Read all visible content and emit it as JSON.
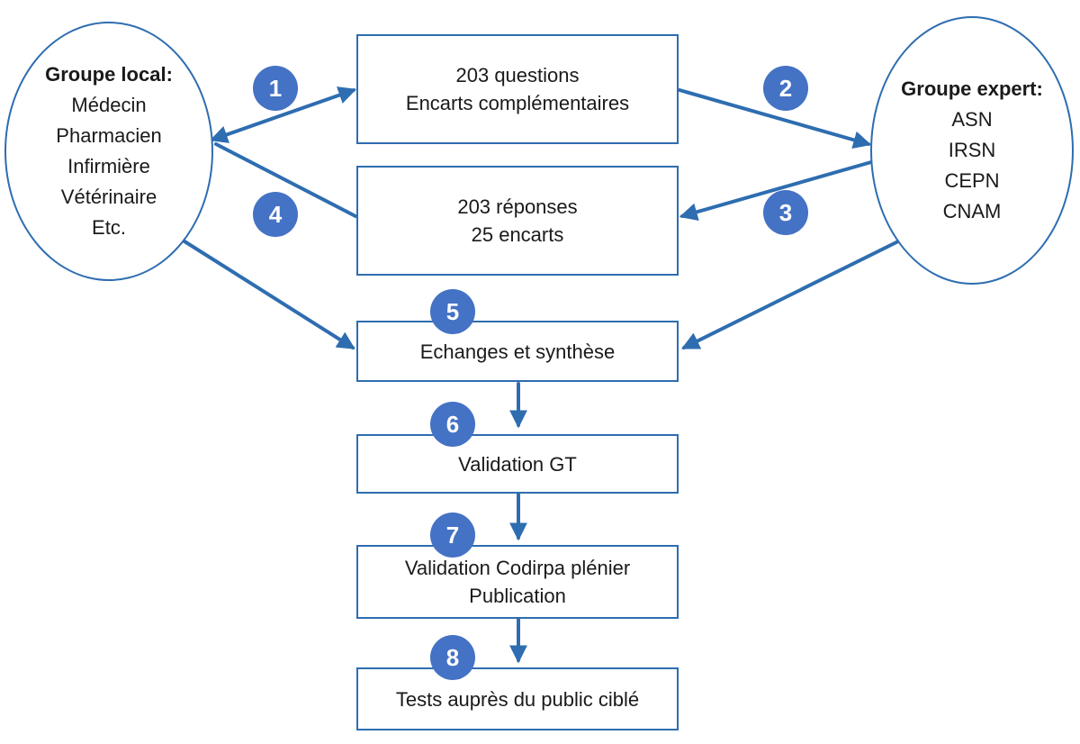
{
  "local_group": {
    "title": "Groupe local:",
    "members": [
      "Médecin",
      "Pharmacien",
      "Infirmière",
      "Vétérinaire",
      "Etc."
    ]
  },
  "expert_group": {
    "title": "Groupe expert:",
    "members": [
      "ASN",
      "IRSN",
      "CEPN",
      "CNAM"
    ]
  },
  "boxes": {
    "questions": [
      "203 questions",
      "Encarts complémentaires"
    ],
    "responses": [
      "203 réponses",
      "25 encarts"
    ],
    "exchanges": "Echanges et synthèse",
    "validation_gt": "Validation GT",
    "validation_codirpa": [
      "Validation Codirpa plénier",
      "Publication"
    ],
    "tests": "Tests auprès du public ciblé"
  },
  "steps": [
    "1",
    "2",
    "3",
    "4",
    "5",
    "6",
    "7",
    "8"
  ],
  "colors": {
    "accent": "#2e6db0",
    "badge": "#4472c4"
  }
}
